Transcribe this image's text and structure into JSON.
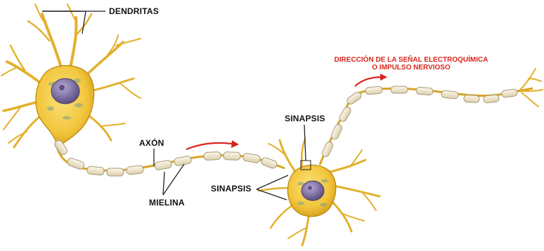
{
  "labels": {
    "dendritas": "DENDRITAS",
    "axon": "AXÓN",
    "mielina": "MIELINA",
    "sinapsis_top": "SINAPSIS",
    "sinapsis_bottom": "SINAPSIS",
    "direction_line1": "DIRECCIÓN DE LA SEÑAL ELECTROQUÍMICA",
    "direction_line2": "O IMPULSO NERVIOSO"
  },
  "colors": {
    "neuron_body": "#f2c53d",
    "neuron_outline": "#b8860b",
    "dendrite": "#e8b830",
    "nucleus": "#7a6b9c",
    "myelin": "#efe6cf",
    "myelin_outline": "#a89a7a",
    "arrow_red": "#d9261c",
    "label_text": "#111111",
    "direction_text": "#d9261c"
  },
  "icons": {
    "direction_arrow": "curved-arrow-right"
  }
}
